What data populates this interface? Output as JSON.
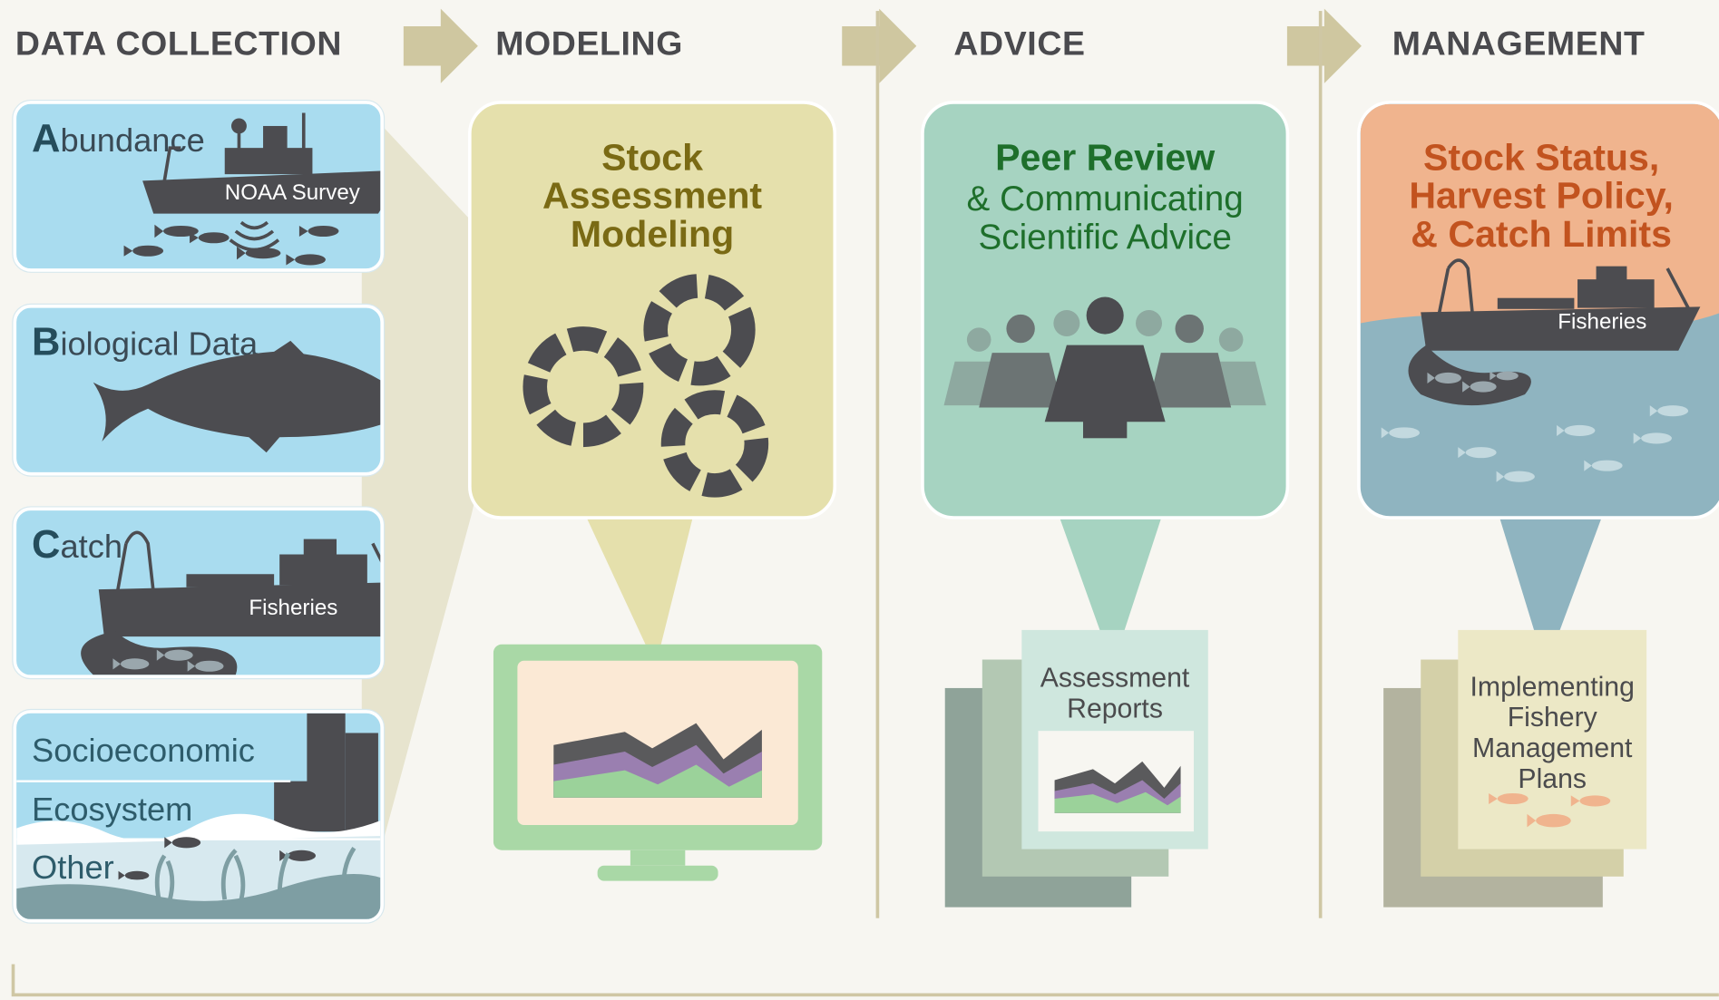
{
  "stages": {
    "data_collection": "DATA COLLECTION",
    "modeling": "MODELING",
    "advice": "ADVICE",
    "management": "MANAGEMENT"
  },
  "data_collection": {
    "abundance": {
      "initial": "A",
      "rest": "bundance",
      "vessel": "NOAA Survey"
    },
    "biological": {
      "initial": "B",
      "rest": "iological Data"
    },
    "catch": {
      "initial": "C",
      "rest": "atch",
      "vessel": "Fisheries"
    },
    "other_rows": [
      "Socioeconomic",
      "Ecosystem",
      "Other"
    ]
  },
  "modeling": {
    "title_lines": [
      "Stock",
      "Assessment",
      "Modeling"
    ]
  },
  "advice": {
    "title": "Peer Review",
    "sub_lines": [
      "& Communicating",
      "Scientific Advice"
    ],
    "report_lines": [
      "Assessment",
      "Reports"
    ]
  },
  "management": {
    "title_lines": [
      "Stock Status,",
      "Harvest Policy,",
      "& Catch Limits"
    ],
    "vessel": "Fisheries",
    "plan_lines": [
      "Implementing",
      "Fishery",
      "Management",
      "Plans"
    ]
  },
  "colors": {
    "modeling_bubble": "#e5e0ac",
    "modeling_text": "#7a6a14",
    "advice_bubble": "#a6d3c1",
    "advice_text": "#1e6f2b",
    "management_top": "#f0b48e",
    "management_text": "#c2531f",
    "management_sea": "#8fb4c0",
    "card_blue": "#a9dcef",
    "dark": "#4c4c50",
    "arrow": "#cfc7a0"
  }
}
